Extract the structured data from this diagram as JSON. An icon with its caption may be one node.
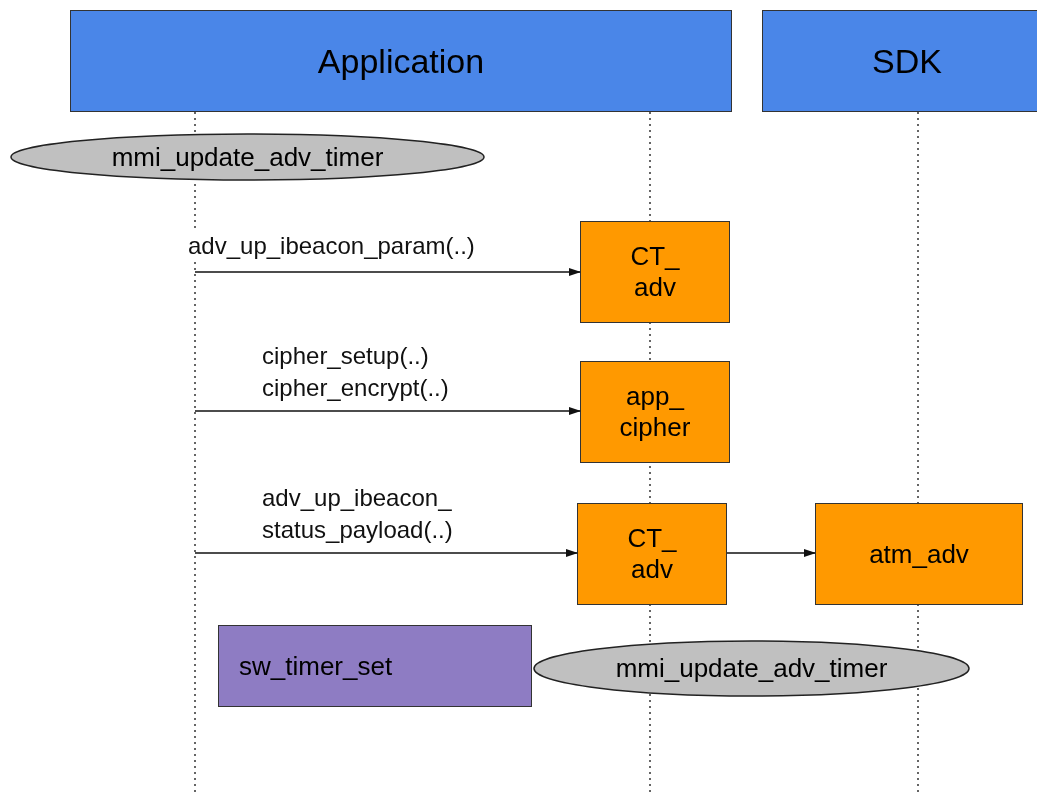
{
  "diagram": {
    "nodes": [
      {
        "text": [
          "Application"
        ]
      },
      {
        "text": [
          "SDK"
        ]
      },
      {
        "text": [
          "mmi_update_adv_timer"
        ]
      },
      {
        "text": [
          "CT_ adv"
        ]
      },
      {
        "text": [
          "app_ cipher"
        ]
      },
      {
        "text": [
          "CT_ adv"
        ]
      },
      {
        "text": [
          "atm_adv"
        ]
      },
      {
        "text": [
          "sw_timer_set"
        ]
      },
      {
        "text": [
          "mmi_update_adv_timer"
        ]
      }
    ],
    "edges": [
      {
        "from": null,
        "to": 3,
        "arrow": "to",
        "label": "adv_up_ibeacon_param(..)"
      },
      {
        "from": null,
        "to": 4,
        "arrow": "to",
        "label": "cipher_setup(..) cipher_encrypt(..)"
      },
      {
        "from": null,
        "to": 5,
        "arrow": "to",
        "label": "adv_up_ibeacon_ status_payload(..)"
      },
      {
        "from": 5,
        "to": 6,
        "arrow": "to"
      }
    ]
  }
}
